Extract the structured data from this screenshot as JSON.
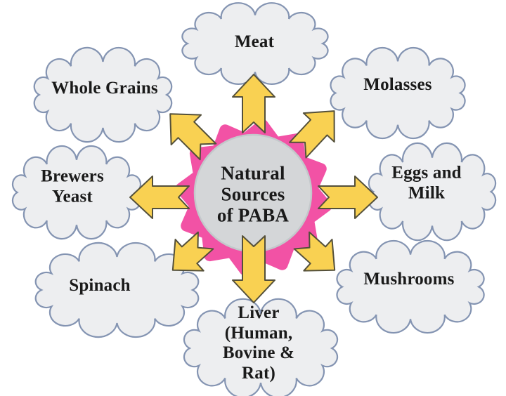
{
  "diagram": {
    "center_label": "Natural\nSources\nof PABA",
    "sources": [
      {
        "name": "meat",
        "label": "Meat"
      },
      {
        "name": "molasses",
        "label": "Molasses"
      },
      {
        "name": "eggs-and-milk",
        "label": "Eggs and\nMilk"
      },
      {
        "name": "mushrooms",
        "label": "Mushrooms"
      },
      {
        "name": "liver",
        "label": "Liver\n(Human,\nBovine &\nRat)"
      },
      {
        "name": "spinach",
        "label": "Spinach"
      },
      {
        "name": "brewers-yeast",
        "label": "Brewers\nYeast"
      },
      {
        "name": "whole-grains",
        "label": "Whole Grains"
      }
    ],
    "colors": {
      "cloud_fill": "#edeef0",
      "cloud_stroke": "#8494b2",
      "gear_pink": "#f252a5",
      "circle_fill": "#d4d6d8",
      "circle_stroke": "#c3c8cb",
      "arrow_gold": "#f9d152",
      "arrow_outline": "#54503a"
    }
  }
}
